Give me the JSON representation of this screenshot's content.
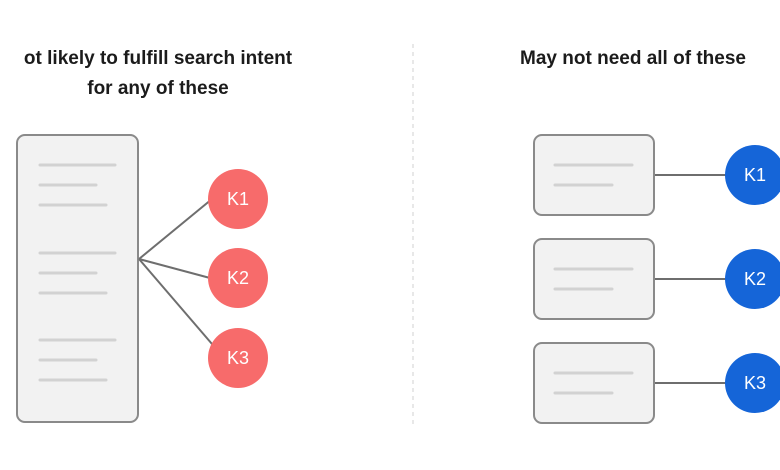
{
  "left_panel": {
    "title_line1": "ot likely to fulfill search intent",
    "title_line2": "for any of these",
    "keywords": [
      "K1",
      "K2",
      "K3"
    ],
    "keyword_color": "#f76b6b"
  },
  "right_panel": {
    "title": "May not need all of these",
    "keywords": [
      "K1",
      "K2",
      "K3"
    ],
    "keyword_color": "#1565d8"
  },
  "colors": {
    "page_fill": "#f2f2f2",
    "page_border": "#8a8a8a",
    "text_lines": "#d2d2d2",
    "connector": "#6e6e6e",
    "divider": "#d9d9d9"
  }
}
